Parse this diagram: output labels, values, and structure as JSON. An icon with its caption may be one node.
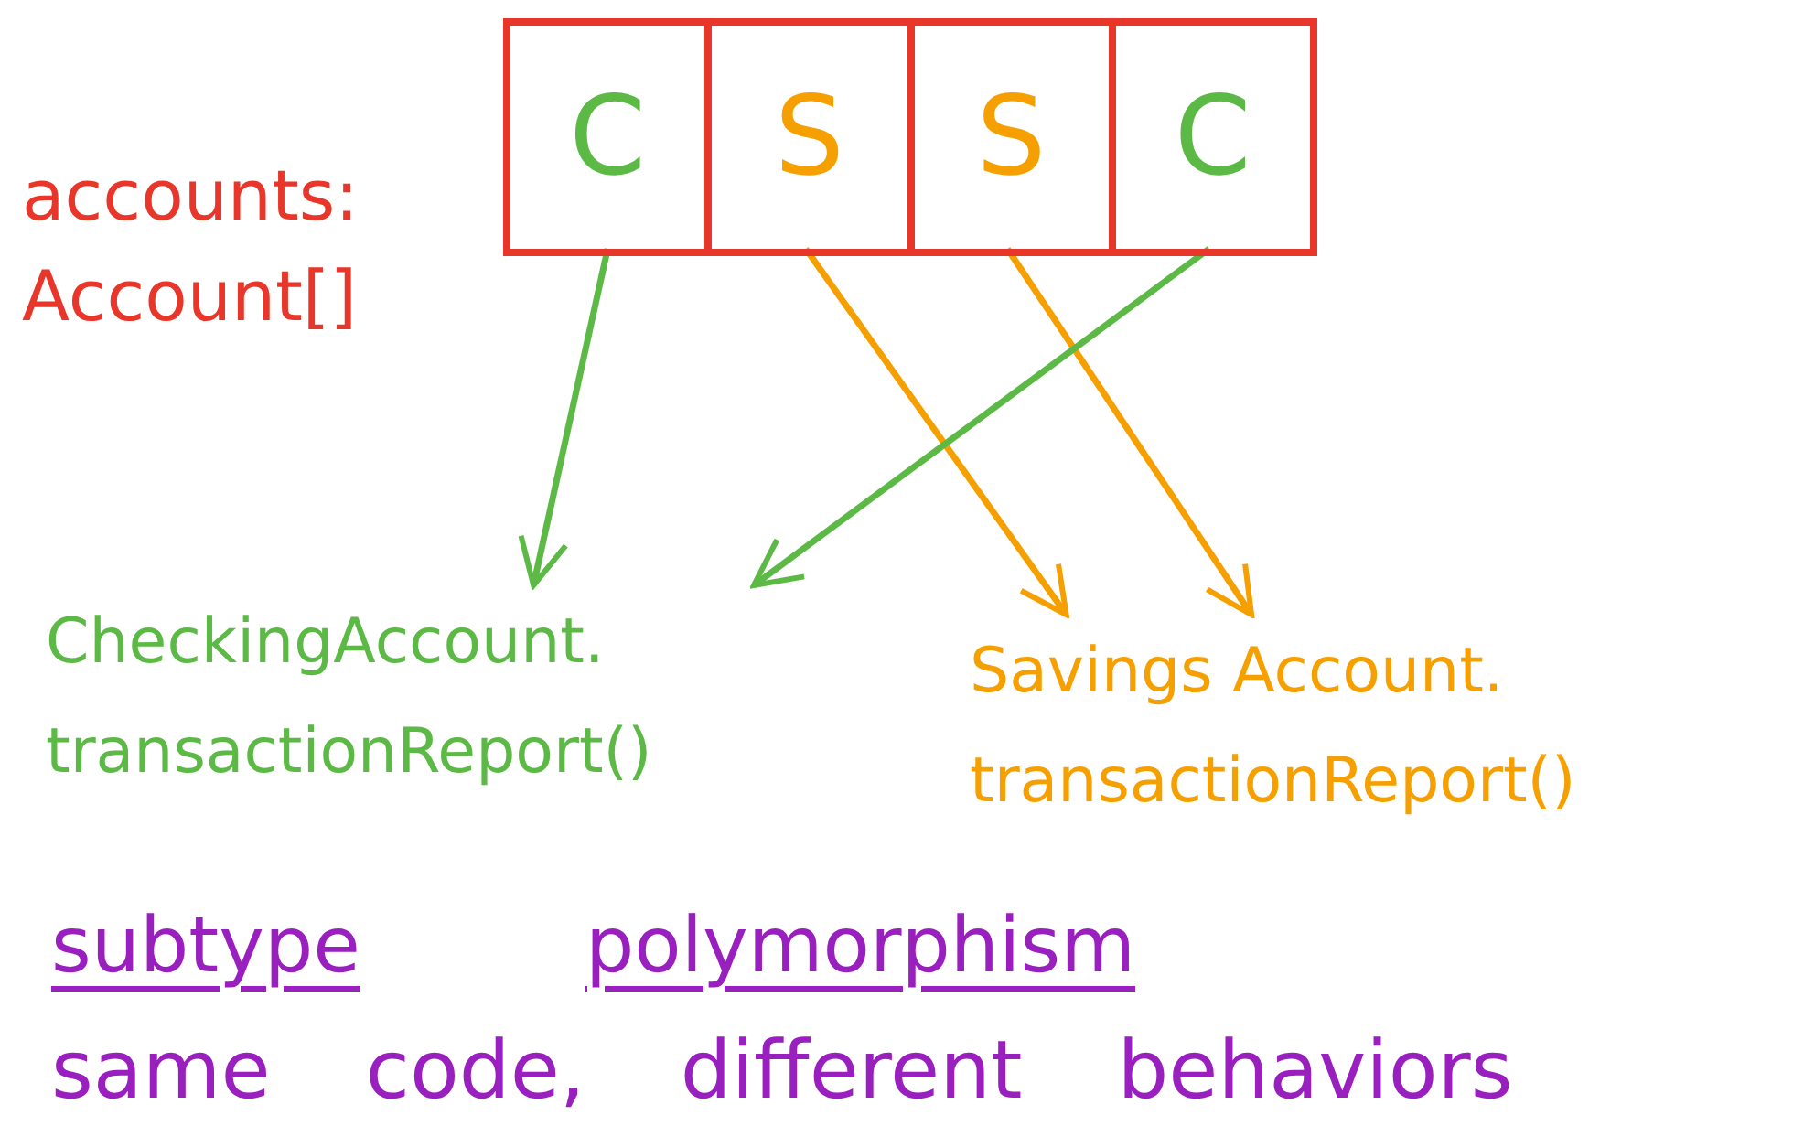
{
  "diagram": {
    "nodes": [
      {
        "text": [],
        "shape": "box",
        "beside": [
          "accounts: Account[]"
        ]
      },
      {
        "text": [
          "C"
        ],
        "in": 0
      },
      {
        "text": [
          "S"
        ],
        "in": 0
      },
      {
        "text": [
          "S"
        ],
        "in": 0
      },
      {
        "text": [
          "C"
        ],
        "in": 0
      },
      {
        "text": [
          "CheckingAccount. transactionReport()"
        ]
      },
      {
        "text": [
          "Savings Account. transactionReport()"
        ]
      }
    ],
    "edges": [
      {
        "from": 1,
        "to": 5,
        "arrow": "to",
        "color": "#5cb946"
      },
      {
        "from": 2,
        "to": 6,
        "arrow": "to",
        "color": "#f5a000"
      },
      {
        "from": 3,
        "to": 6,
        "arrow": "to",
        "color": "#f5a000"
      },
      {
        "from": 4,
        "to": 5,
        "arrow": "to",
        "color": "#5cb946"
      }
    ],
    "labels": [
      "subtype",
      "polymorphism",
      "same code, different behaviors"
    ]
  }
}
